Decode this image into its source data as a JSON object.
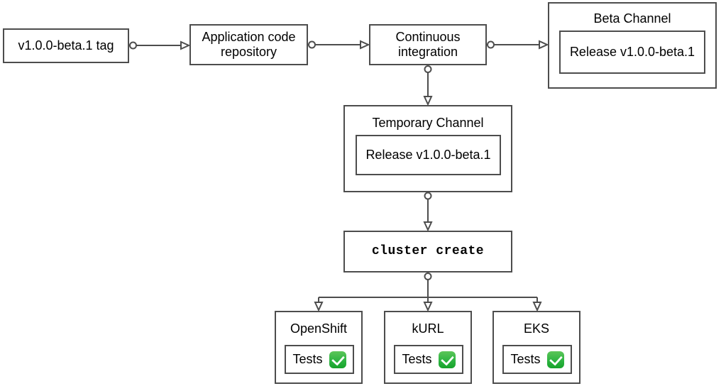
{
  "diagram": {
    "background": "#ffffff",
    "stroke_color": "#4d4d4d",
    "nodes": {
      "tag": {
        "label": "v1.0.0-beta.1 tag"
      },
      "repo": {
        "label": "Application code repository"
      },
      "ci": {
        "label": "Continuous integration"
      },
      "beta_channel": {
        "title": "Beta Channel",
        "release_label": "Release v1.0.0-beta.1"
      },
      "temp_channel": {
        "title": "Temporary Channel",
        "release_label": "Release v1.0.0-beta.1"
      },
      "cluster_create": {
        "label": "cluster create"
      },
      "openshift": {
        "title": "OpenShift",
        "tests_label": "Tests",
        "status_icon": "✅"
      },
      "kurl": {
        "title": "kURL",
        "tests_label": "Tests",
        "status_icon": "✅"
      },
      "eks": {
        "title": "EKS",
        "tests_label": "Tests",
        "status_icon": "✅"
      }
    },
    "edges": [
      {
        "from": "tag",
        "to": "repo"
      },
      {
        "from": "repo",
        "to": "ci"
      },
      {
        "from": "ci",
        "to": "beta_channel"
      },
      {
        "from": "ci",
        "to": "temp_channel"
      },
      {
        "from": "temp_channel",
        "to": "cluster_create"
      },
      {
        "from": "cluster_create",
        "to": "openshift"
      },
      {
        "from": "cluster_create",
        "to": "kurl"
      },
      {
        "from": "cluster_create",
        "to": "eks"
      }
    ],
    "colors": {
      "check_green_top": "#5cc659",
      "check_green_bottom": "#16a32b",
      "check_mark": "#ffffff"
    }
  }
}
